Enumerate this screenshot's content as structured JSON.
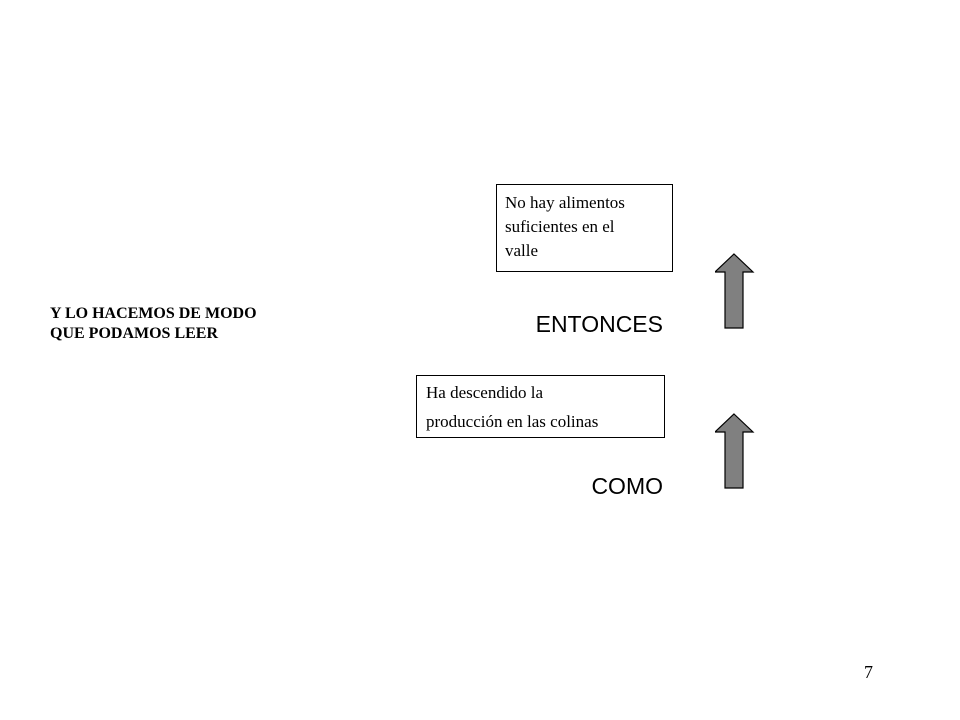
{
  "side_text": {
    "line1": "Y LO HACEMOS DE MODO",
    "line2": "QUE PODAMOS LEER"
  },
  "top_box": {
    "line1": "No hay alimentos",
    "line2": "suficientes en el",
    "line3": "valle"
  },
  "connector_top": "ENTONCES",
  "bottom_box": {
    "line1": "Ha descendido la",
    "line2": "producción en las colinas"
  },
  "connector_bottom": "COMO",
  "page_number": "7",
  "colors": {
    "arrow_fill": "#808080",
    "arrow_stroke": "#000000",
    "border": "#000000"
  },
  "icons": {
    "arrow_top": "up-arrow-icon",
    "arrow_bottom": "up-arrow-icon"
  }
}
